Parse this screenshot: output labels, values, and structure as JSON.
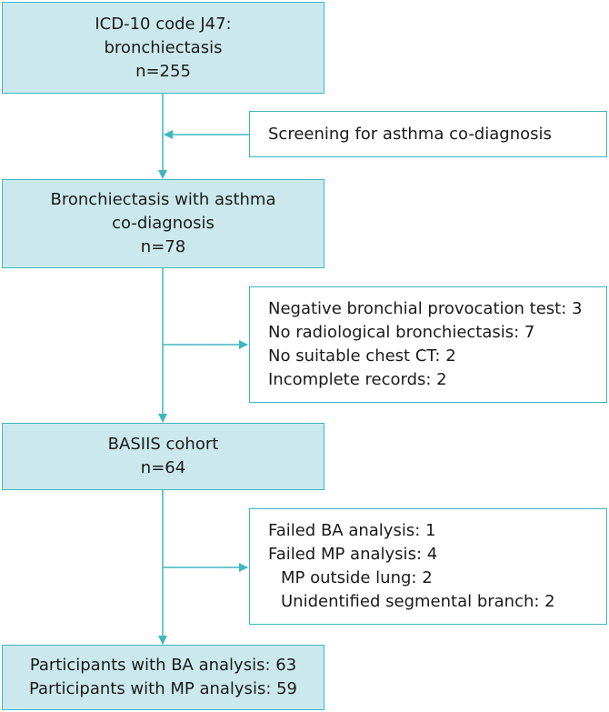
{
  "colors": {
    "line": "#3fb7bd",
    "box_fill": "#cbe9ec",
    "box_plain": "#ffffff"
  },
  "box1": {
    "lines": [
      "ICD-10 code J47:",
      "bronchiectasis",
      "n=255"
    ]
  },
  "screening": {
    "text": "Screening for asthma co-diagnosis"
  },
  "box2": {
    "lines": [
      "Bronchiectasis with asthma",
      "co-diagnosis",
      "n=78"
    ]
  },
  "exclusion1": {
    "lines": [
      "Negative bronchial provocation test: 3",
      "No radiological bronchiectasis: 7",
      "No suitable chest CT: 2",
      "Incomplete records: 2"
    ]
  },
  "box3": {
    "lines": [
      "BASIIS cohort",
      "n=64"
    ]
  },
  "exclusion2": {
    "lines": [
      "Failed BA analysis: 1",
      "Failed MP analysis: 4",
      "MP outside lung: 2",
      "Unidentified segmental branch: 2"
    ]
  },
  "box4": {
    "lines": [
      "Participants with BA analysis: 63",
      "Participants with MP analysis: 59"
    ]
  }
}
